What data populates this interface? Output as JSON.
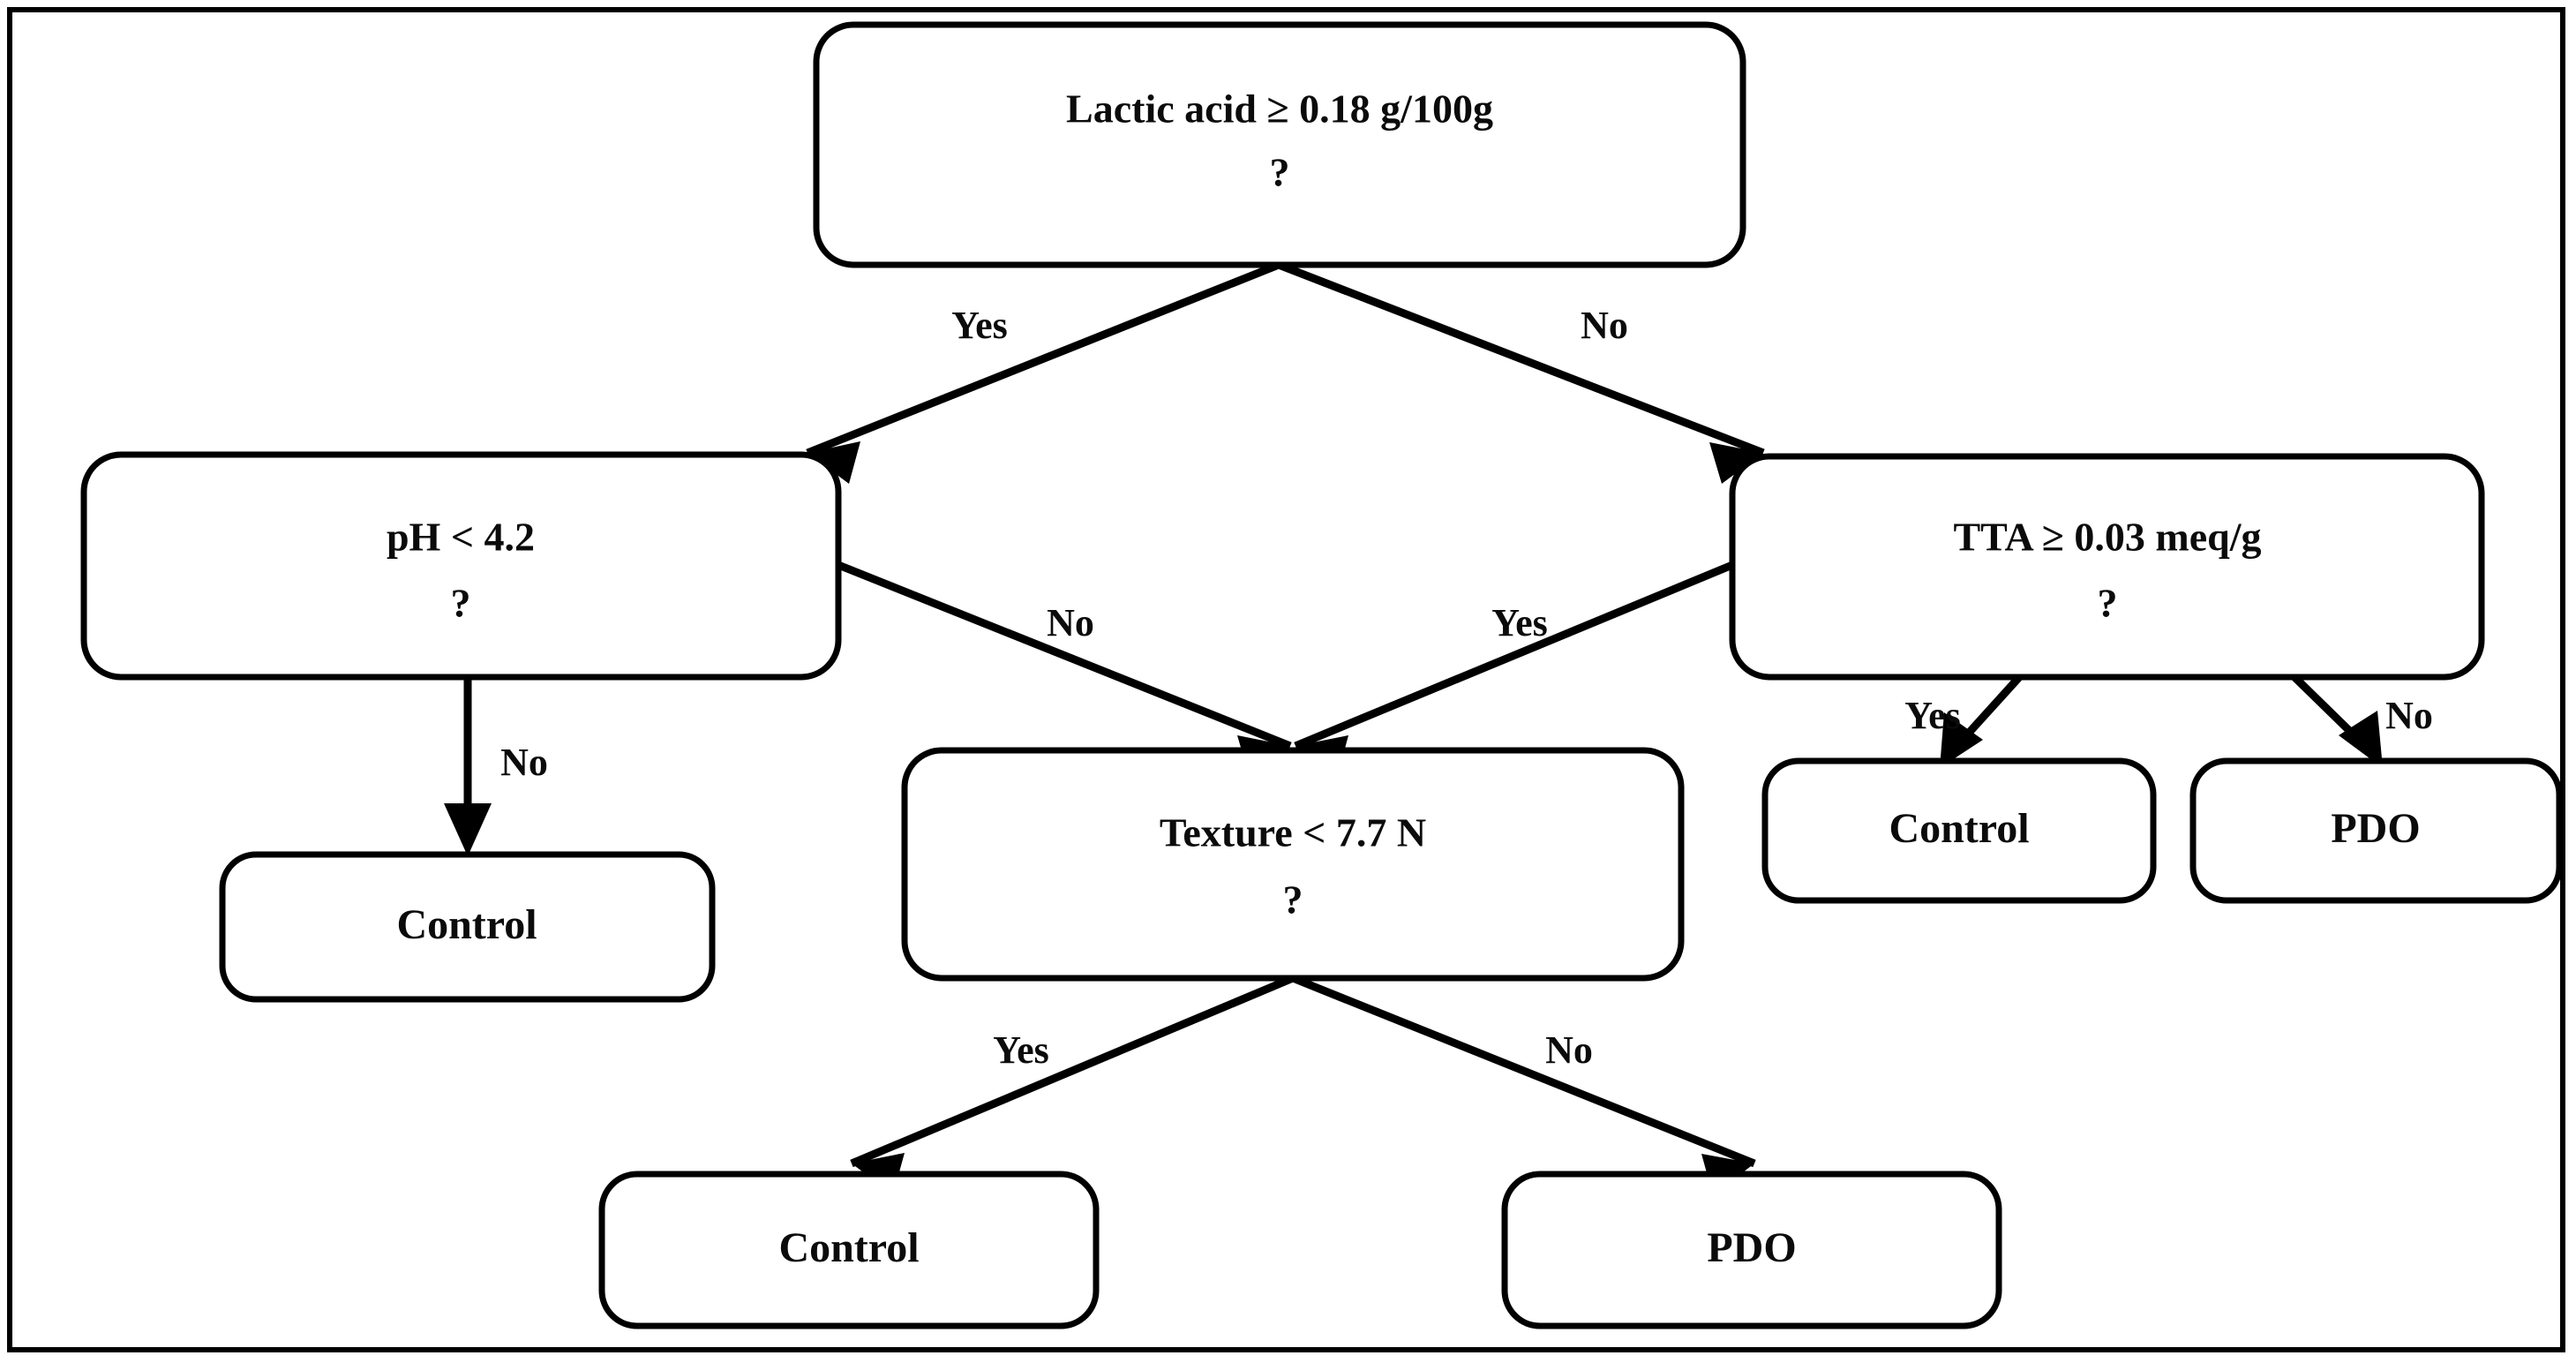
{
  "figure": {
    "type": "decision-tree-flowchart",
    "border_color": "#000000",
    "background_color": "#ffffff",
    "text_color": "#0b0b0b"
  },
  "nodes": {
    "root": {
      "id": "lactic-acid",
      "line1": "Lactic acid ≥ 0.18 g/100g",
      "line2": "?"
    },
    "ph": {
      "id": "ph",
      "line1": "pH < 4.2",
      "line2": "?"
    },
    "tta": {
      "id": "tta",
      "line1": "TTA ≥ 0.03 meq/g",
      "line2": "?"
    },
    "texture": {
      "id": "texture",
      "line1": "Texture < 7.7 N",
      "line2": "?"
    },
    "leaf_ph_no": {
      "id": "control-ph-no",
      "label": "Control"
    },
    "leaf_tta_yes": {
      "id": "control-tta-yes",
      "label": "Control"
    },
    "leaf_tta_no": {
      "id": "pdo-tta-no",
      "label": "PDO"
    },
    "leaf_tex_yes": {
      "id": "control-texture-yes",
      "label": "Control"
    },
    "leaf_tex_no": {
      "id": "pdo-texture-no",
      "label": "PDO"
    }
  },
  "edges": {
    "root_yes": {
      "label": "Yes",
      "from": "lactic-acid",
      "to": "ph"
    },
    "root_no": {
      "label": "No",
      "from": "lactic-acid",
      "to": "tta"
    },
    "ph_no_texture": {
      "label": "No",
      "from": "ph",
      "to": "texture"
    },
    "tta_yes_texture": {
      "label": "Yes",
      "from": "tta",
      "to": "texture"
    },
    "ph_no_control": {
      "label": "No",
      "from": "ph",
      "to": "control-ph-no"
    },
    "tta_yes_control": {
      "label": "Yes",
      "from": "tta",
      "to": "control-tta-yes"
    },
    "tta_no_pdo": {
      "label": "No",
      "from": "tta",
      "to": "pdo-tta-no"
    },
    "texture_yes": {
      "label": "Yes",
      "from": "texture",
      "to": "control-texture-yes"
    },
    "texture_no": {
      "label": "No",
      "from": "texture",
      "to": "pdo-texture-no"
    }
  },
  "chart_data": {
    "type": "table",
    "title": "",
    "tree": [
      {
        "node": "Lactic acid ≥ 0.18 g/100g ?",
        "yes": "pH < 4.2 ?",
        "no": "TTA ≥ 0.03 meq/g ?"
      },
      {
        "node": "pH < 4.2 ?",
        "yes": "Texture < 7.7 N ?",
        "no": "Control"
      },
      {
        "node": "TTA ≥ 0.03 meq/g ?",
        "yes": "Control",
        "no": "PDO"
      },
      {
        "node": "Texture < 7.7 N ?",
        "yes": "Control",
        "no": "PDO"
      }
    ],
    "thresholds": [
      {
        "variable": "Lactic acid",
        "operator": "≥",
        "value": 0.18,
        "unit": "g/100g"
      },
      {
        "variable": "pH",
        "operator": "<",
        "value": 4.2,
        "unit": ""
      },
      {
        "variable": "TTA",
        "operator": "≥",
        "value": 0.03,
        "unit": "meq/g"
      },
      {
        "variable": "Texture",
        "operator": "<",
        "value": 7.7,
        "unit": "N"
      }
    ],
    "classes": [
      "Control",
      "PDO"
    ]
  }
}
